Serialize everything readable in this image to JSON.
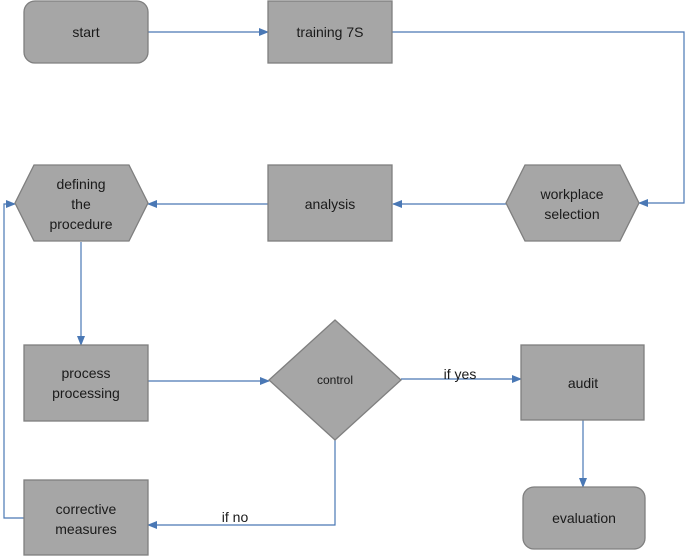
{
  "diagram": {
    "colors": {
      "node_fill": "#a6a6a6",
      "node_stroke": "#7f7f7f",
      "edge": "#4a78b5"
    },
    "nodes": {
      "start": {
        "label": "start",
        "shape": "rounded-rect"
      },
      "training": {
        "label": "training 7S",
        "shape": "rect"
      },
      "workplace": {
        "lines": [
          "workplace",
          "selection"
        ],
        "shape": "hexagon"
      },
      "analysis": {
        "label": "analysis",
        "shape": "rect"
      },
      "defining": {
        "lines": [
          "defining",
          "the",
          "procedure"
        ],
        "shape": "hexagon"
      },
      "process": {
        "lines": [
          "process",
          "processing"
        ],
        "shape": "rect"
      },
      "control": {
        "label": "control",
        "shape": "diamond"
      },
      "audit": {
        "label": "audit",
        "shape": "rect"
      },
      "corrective": {
        "lines": [
          "corrective",
          "measures"
        ],
        "shape": "rect"
      },
      "evaluation": {
        "label": "evaluation",
        "shape": "rounded-rect"
      }
    },
    "edge_labels": {
      "if_yes": "if yes",
      "if_no": "if no"
    }
  }
}
